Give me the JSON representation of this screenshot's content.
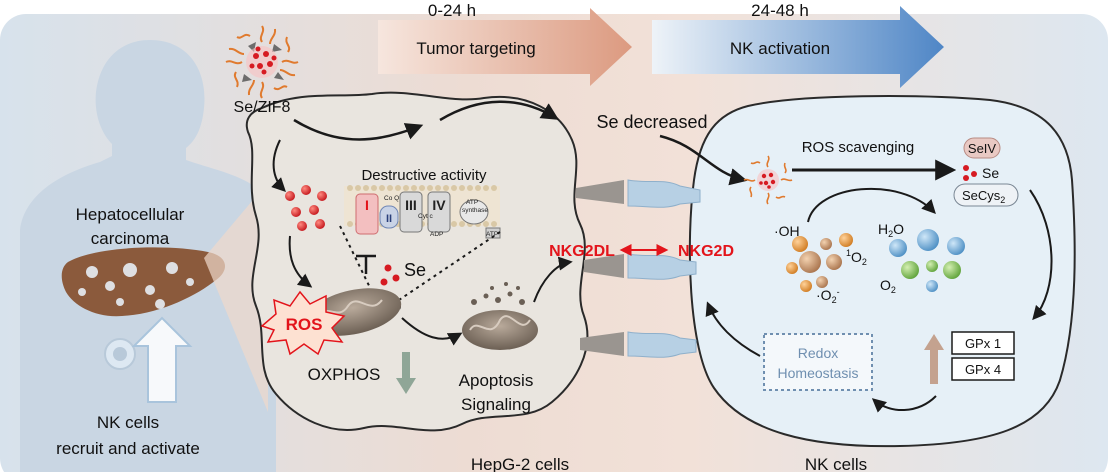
{
  "timeline": {
    "phase1": {
      "time": "0-24 h",
      "label": "Tumor targeting"
    },
    "phase2": {
      "time": "24-48 h",
      "label": "NK activation"
    }
  },
  "patient": {
    "organ_label_line1": "Hepatocellular",
    "organ_label_line2": "carcinoma",
    "nk_label_line1": "NK cells",
    "nk_label_line2": "recruit and activate"
  },
  "nanoparticle": {
    "label": "Se/ZIF8"
  },
  "tumor_cell": {
    "name": "HepG-2 cells",
    "destructive_label": "Destructive activity",
    "complexes": [
      "I",
      "II",
      "III",
      "IV"
    ],
    "small_labels": {
      "coq": "Co Q",
      "cytc": "Cyt c",
      "adp": "ADP",
      "atp_synthase_1": "ATP",
      "atp_synthase_2": "synthase",
      "atp": "ATP"
    },
    "se_label": "Se",
    "ros_label": "ROS",
    "oxphos_label": "OXPHOS",
    "apoptosis_line1": "Apoptosis",
    "apoptosis_line2": "Signaling"
  },
  "interaction": {
    "ligand": "NKG2DL",
    "receptor": "NKG2D",
    "se_decreased": "Se decreased"
  },
  "nk_cell": {
    "name": "NK cells",
    "ros_scavenging": "ROS scavenging",
    "products": [
      "SeIV",
      "Se",
      "SeCys"
    ],
    "secys_subscript": "2",
    "radicals": {
      "oh": "·OH",
      "singlet_sup": "1",
      "singlet": "O",
      "singlet_sub": "2",
      "superoxide": "·O",
      "superoxide_sub": "2",
      "superoxide_sup": "-"
    },
    "water": {
      "h": "H",
      "h_sub": "2",
      "o": "O"
    },
    "oxygen": {
      "o": "O",
      "sub": "2"
    },
    "gpx": [
      "GPx 1",
      "GPx 4"
    ],
    "redox_line1": "Redox",
    "redox_line2": "Homeostasis"
  },
  "colors": {
    "accent_red": "#e3141b",
    "nk_arrow": "#4f86c6",
    "tumor_arrow": "#d9967b",
    "nk_cell_fill": "#e6f0f7",
    "tumor_fill": "#e9e5df"
  }
}
